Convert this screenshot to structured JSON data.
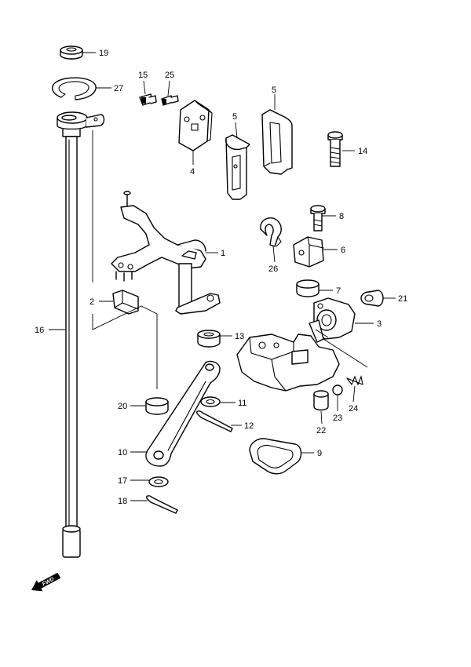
{
  "diagram": {
    "callouts": {
      "c1": "1",
      "c2": "2",
      "c3": "3",
      "c4": "4",
      "c5a": "5",
      "c5b": "5",
      "c6": "6",
      "c7": "7",
      "c8": "8",
      "c9": "9",
      "c10": "10",
      "c11": "11",
      "c12": "12",
      "c13": "13",
      "c14": "14",
      "c15": "15",
      "c16": "16",
      "c17": "17",
      "c18": "18",
      "c19": "19",
      "c20": "20",
      "c21": "21",
      "c22": "22",
      "c23": "23",
      "c24": "24",
      "c25": "25",
      "c26": "26",
      "c27": "27"
    },
    "fwd_label": "FWD"
  }
}
